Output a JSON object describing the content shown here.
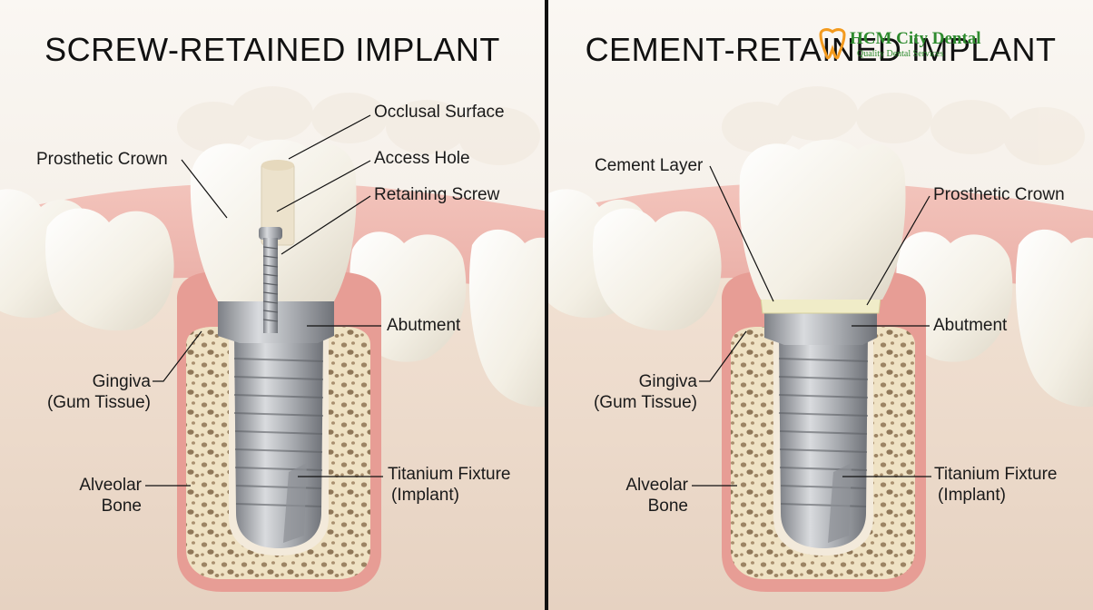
{
  "left_panel": {
    "title": "SCREW-RETAINED IMPLANT",
    "labels": {
      "occlusal_surface": "Occlusal Surface",
      "prosthetic_crown": "Prosthetic Crown",
      "access_hole": "Access Hole",
      "retaining_screw": "Retaining Screw",
      "abutment": "Abutment",
      "gingiva": "Gingiva",
      "gum_tissue": "(Gum Tissue)",
      "alveolar": "Alveolar",
      "bone": "Bone",
      "titanium_fixture": "Titanium Fixture",
      "implant": "(Implant)"
    }
  },
  "right_panel": {
    "title": "CEMENT-RETAINED IMPLANT",
    "labels": {
      "cement_layer": "Cement Layer",
      "prosthetic_crown": "Prosthetic Crown",
      "abutment": "Abutment",
      "gingiva": "Gingiva",
      "gum_tissue": "(Gum Tissue)",
      "alveolar": "Alveolar",
      "bone": "Bone",
      "titanium_fixture": "Titanium Fixture",
      "implant": "(Implant)"
    }
  },
  "watermark": {
    "name": "HCM City Dental",
    "tagline": "Quality Dental Services"
  },
  "colors": {
    "gum": "#e79d95",
    "bone": "#efe2c4",
    "tooth": "#f7f3e9",
    "metal": "#b3b6bb",
    "divider": "#111111",
    "logo_orange": "#f39a1e",
    "logo_green": "#2e8b2e"
  }
}
